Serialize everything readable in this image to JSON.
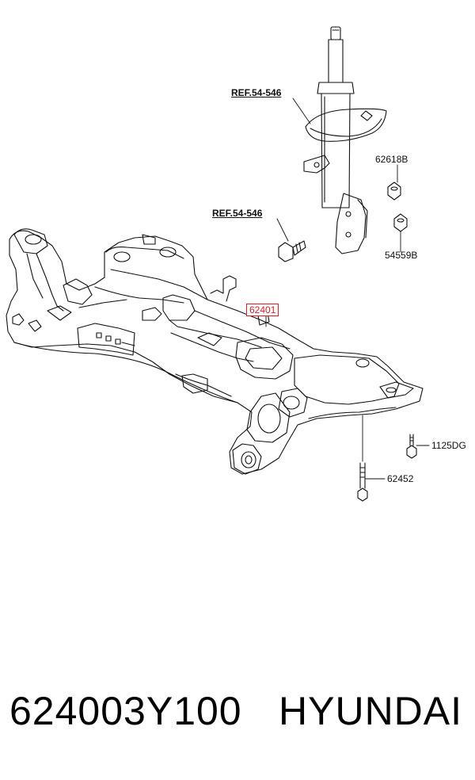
{
  "callouts": {
    "ref_upper": "REF.54-546",
    "ref_lower": "REF.54-546",
    "nut_upper": "62618B",
    "nut_lower": "54559B",
    "subframe": "62401",
    "bolt_small": "1125DG",
    "bolt_long": "62452"
  },
  "footer": {
    "part_number": "624003Y100",
    "brand": "HYUNDAI"
  },
  "colors": {
    "line": "#111111",
    "highlight": "#d6202a"
  }
}
